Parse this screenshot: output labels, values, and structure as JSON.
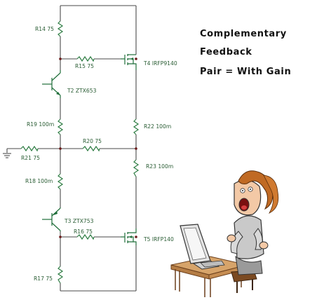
{
  "title": {
    "line1": "Complementary",
    "line2": "Feedback",
    "line3": "Pair = With Gain"
  },
  "labels": {
    "r14": "R14 75",
    "r15": "R15 75",
    "t4": "T4 IRFP9140",
    "t2": "T2 ZTX653",
    "r19": "R19 100m",
    "r22": "R22 100m",
    "r20": "R20 75",
    "r21": "R21 75",
    "r23": "R23 100m",
    "r18": "R18 100m",
    "t3": "T3 ZTX753",
    "r16": "R16 75",
    "t5": "T5 IRFP140",
    "r17": "R17 75"
  },
  "colors": {
    "wire": "#4a4a4a",
    "component": "#2f7d44",
    "label": "#2a5d34",
    "node": "#6b1a1a"
  },
  "illustration": "screaming-person-at-computer"
}
